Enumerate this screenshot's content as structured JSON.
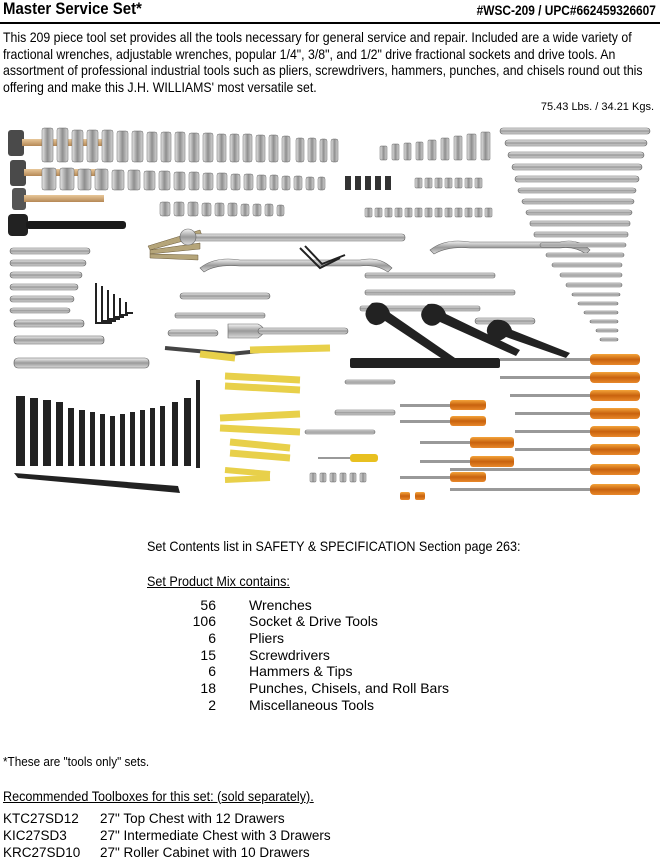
{
  "header": {
    "title": "Master Service Set*",
    "sku": "#WSC-209 / UPC#662459326607"
  },
  "description": "This 209 piece tool set provides all the tools necessary for general service and repair. Included are a wide variety of fractional wrenches, adjustable wrenches, popular 1/4\", 3/8\", and 1/2\" drive fractional sockets and drive tools. An assortment of professional industrial tools such as pliers, screwdrivers, hammers, punches, and chisels round out this offering and make this J.H. WILLIAMS' most versatile set.",
  "weight": "75.43 Lbs. / 34.21 Kgs.",
  "contents_ref": "Set Contents list in SAFETY & SPECIFICATION Section page 263:",
  "mix": {
    "title": "Set Product Mix contains:",
    "items": [
      {
        "count": "56",
        "label": "Wrenches"
      },
      {
        "count": "106",
        "label": "Socket & Drive Tools"
      },
      {
        "count": "6",
        "label": "Pliers"
      },
      {
        "count": "15",
        "label": "Screwdrivers"
      },
      {
        "count": "6",
        "label": "Hammers & Tips"
      },
      {
        "count": "18",
        "label": "Punches, Chisels, and Roll Bars"
      },
      {
        "count": "2",
        "label": "Miscellaneous Tools"
      }
    ]
  },
  "footnote": "*These are \"tools only\" sets.",
  "toolboxes": {
    "title": "Recommended Toolboxes for this set: (sold separately).",
    "items": [
      {
        "code": "KTC27SD12",
        "desc": "27\" Top Chest with 12 Drawers"
      },
      {
        "code": "KIC27SD3",
        "desc": "27\" Intermediate Chest with 3 Drawers"
      },
      {
        "code": "KRC27SD10",
        "desc": "27\" Roller Cabinet with 10 Drawers"
      }
    ]
  }
}
